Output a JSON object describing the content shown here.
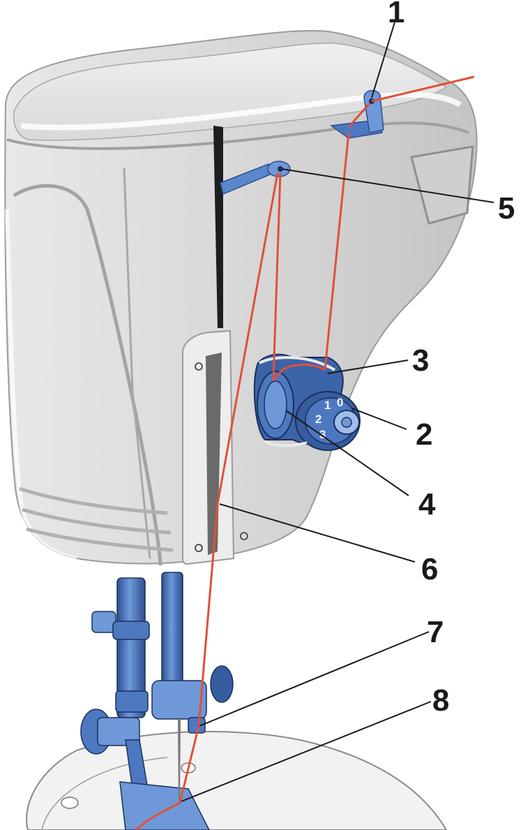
{
  "callouts": [
    {
      "label": "1",
      "part": "thread guide"
    },
    {
      "label": "2",
      "part": "tension dial"
    },
    {
      "label": "3",
      "part": "check spring"
    },
    {
      "label": "4",
      "part": "tension discs"
    },
    {
      "label": "5",
      "part": "take-up lever"
    },
    {
      "label": "6",
      "part": "face plate thread guide"
    },
    {
      "label": "7",
      "part": "needle bar thread guide"
    },
    {
      "label": "8",
      "part": "needle eye"
    }
  ],
  "dial": {
    "digits": [
      "0",
      "1",
      "2",
      "3"
    ]
  },
  "colors": {
    "body": "#d9d9d9",
    "body_light": "#ececec",
    "body_shadow": "#b4b4b4",
    "thread": "#e0503a",
    "metal_blue": "#4d78c0",
    "metal_blue_dark": "#2c4f90",
    "metal_blue_light": "#9fbde8",
    "leader": "#1a1a1a"
  }
}
